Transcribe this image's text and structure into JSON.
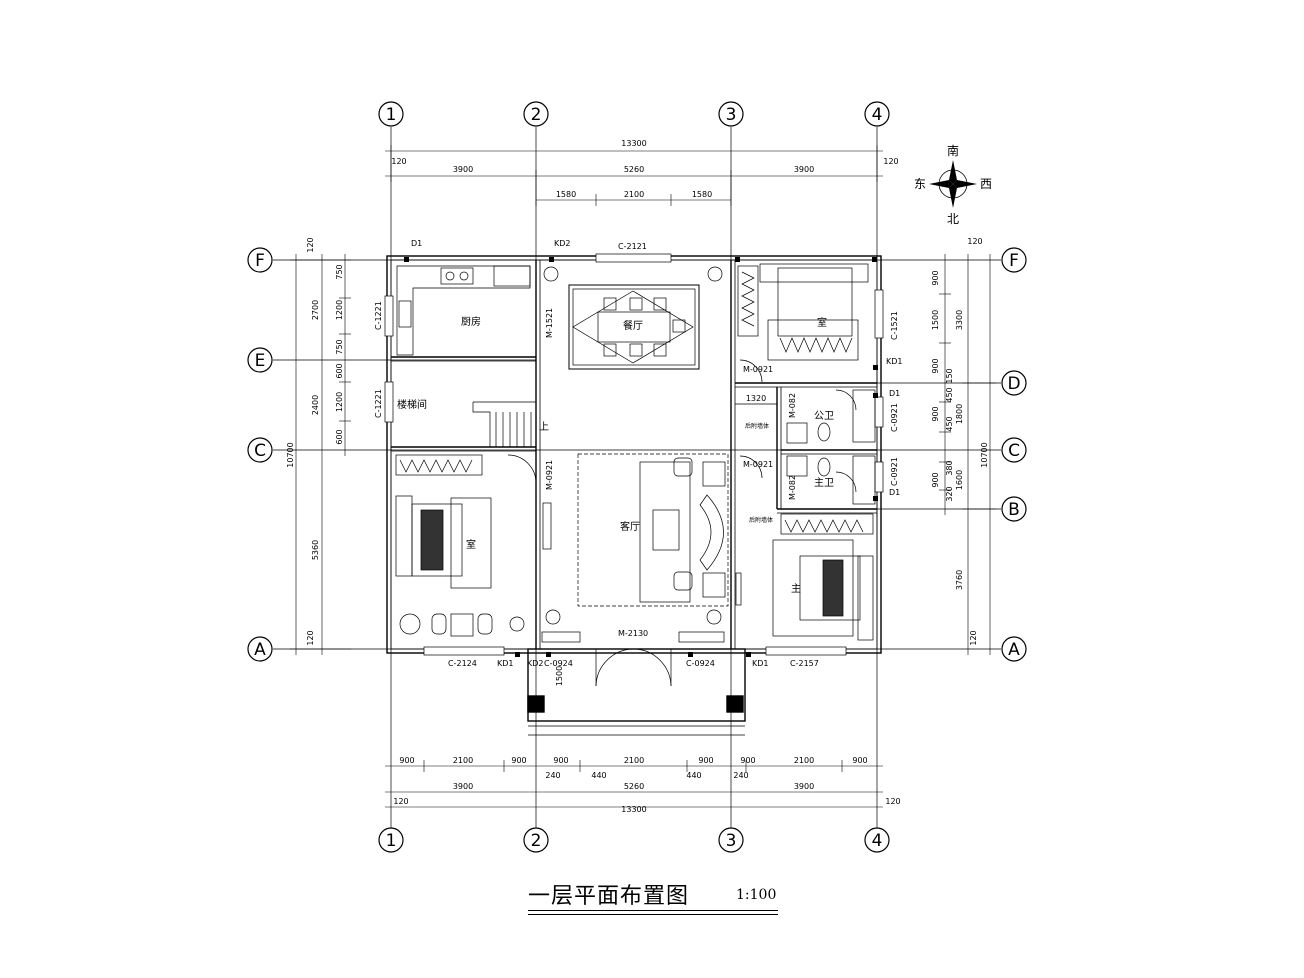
{
  "title": "一层平面布置图",
  "scale": "1:100",
  "compass": {
    "south": "南",
    "north": "北",
    "east": "东",
    "west": "西"
  },
  "axes": {
    "vertical": [
      "1",
      "2",
      "3",
      "4"
    ],
    "horizontal": [
      "F",
      "E",
      "D",
      "C",
      "B",
      "A"
    ]
  },
  "rooms": {
    "kitchen": "厨房",
    "dining": "餐厅",
    "stair": "楼梯间",
    "stair_up": "上",
    "living": "客厅",
    "public_bath": "公卫",
    "master_bath": "主卫",
    "bedroom_right_top": "室",
    "bedroom_left": "室",
    "bedroom_right_bottom": "主"
  },
  "openings": {
    "c2121": "C-2121",
    "kd2_top": "KD2",
    "d1_top": "D1",
    "c1221_a": "C-1221",
    "c1221_b": "C-1221",
    "m1521": "M-1521",
    "c1521": "C-1521",
    "kd1_right": "KD1",
    "m0921_a": "M-0921",
    "d1_right_a": "D1",
    "m082_a": "M-082",
    "c0921_a": "C-0921",
    "m0921_b": "M-0921",
    "m0921_c": "M-0921",
    "m082_b": "M-082",
    "c0921_b": "C-0921",
    "d1_right_b": "D1",
    "m2130": "M-2130",
    "c2124": "C-2124",
    "kd1_a": "KD1",
    "kd2_b": "KD2",
    "c0924_a": "C-0924",
    "c0924_b": "C-0924",
    "kd1_b": "KD1",
    "c2157": "C-2157",
    "wash_a": "后附墙体",
    "wash_b": "后附墙体"
  },
  "dims": {
    "top_total": "13300",
    "top_120_l": "120",
    "top_120_r": "120",
    "top_3900_l": "3900",
    "top_5260": "5260",
    "top_3900_r": "3900",
    "top_1580_l": "1580",
    "top_2100": "2100",
    "top_1580_r": "1580",
    "left_120_top": "120",
    "left_2700": "2700",
    "left_750_a": "750",
    "left_1200_a": "1200",
    "left_750_b": "750",
    "left_2400": "2400",
    "left_600_a": "600",
    "left_1200_b": "1200",
    "left_600_b": "600",
    "left_10700": "10700",
    "left_5360": "5360",
    "left_120_bot": "120",
    "right_120_top": "120",
    "right_900_a": "900",
    "right_1500": "1500",
    "right_3300": "3300",
    "right_900_b": "900",
    "right_150": "150",
    "right_900_c": "900",
    "right_450_a": "450",
    "right_1800": "1800",
    "right_450_b": "450",
    "right_10700": "10700",
    "right_380": "380",
    "right_900_d": "900",
    "right_320": "320",
    "right_1600": "1600",
    "right_3760": "3760",
    "right_120_bot": "120",
    "dim_1320": "1320",
    "porch_1500": "1500",
    "bot_900_a": "900",
    "bot_2100_a": "2100",
    "bot_900_b": "900",
    "bot_900_c": "900",
    "bot_2100_b": "2100",
    "bot_900_d": "900",
    "bot_900_e": "900",
    "bot_2100_c": "2100",
    "bot_900_f": "900",
    "bot_240_a": "240",
    "bot_440_a": "440",
    "bot_440_b": "440",
    "bot_240_b": "240",
    "bot_3900_l": "3900",
    "bot_5260": "5260",
    "bot_3900_r": "3900",
    "bot_120_l": "120",
    "bot_120_r": "120",
    "bot_total": "13300"
  }
}
